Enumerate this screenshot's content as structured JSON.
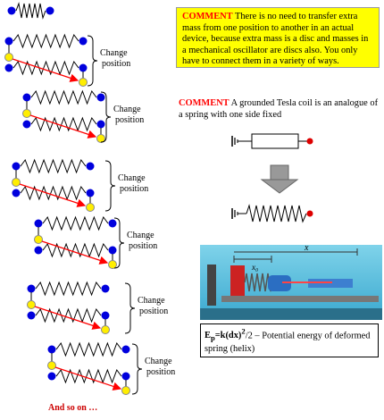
{
  "comment1": {
    "keyword": "COMMENT",
    "text": "There is no need to transfer extra mass from one position to another in an actual device, because extra mass is a disc and masses in a mechanical oscillator are discs also. You only have to connect them in a variety of ways."
  },
  "comment2": {
    "keyword": "COMMENT",
    "text": "A grounded Tesla coil is an analogue of a spring with one side fixed"
  },
  "change_label_line1": "Change",
  "change_label_line2": "position",
  "footer": "And so on …",
  "photo": {
    "label_x0": "x₀",
    "label_x": "x"
  },
  "energy": {
    "formula": "E",
    "sub": "p",
    "rhs": "=k(dx)",
    "sup": "2",
    "tail": "/2",
    "description": "– Potential energy of deformed spring (helix)"
  },
  "colors": {
    "blue_disc": "#0000dd",
    "yellow_disc": "#ffee00",
    "red_arrow": "#ff0000",
    "spring": "#000000"
  }
}
